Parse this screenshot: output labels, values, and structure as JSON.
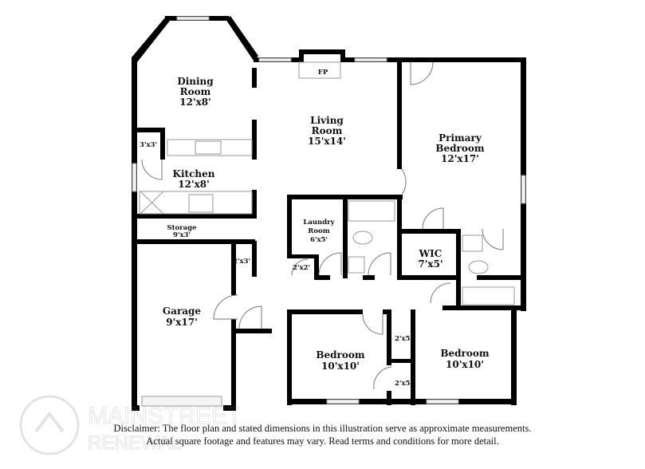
{
  "rooms": {
    "dining": {
      "name": "Dining\nRoom",
      "line1": "Dining",
      "line2": "Room",
      "dim": "12'x8'"
    },
    "living": {
      "line1": "Living",
      "line2": "Room",
      "dim": "15'x14'"
    },
    "primary": {
      "line1": "Primary",
      "line2": "Bedroom",
      "dim": "12'x17'"
    },
    "kitchen": {
      "line1": "Kitchen",
      "dim": "12'x8'"
    },
    "pantry": {
      "dim": "3'x3'"
    },
    "storage": {
      "line1": "Storage",
      "dim": "9'x3'"
    },
    "garage_closet": {
      "dim": "2'x3'"
    },
    "laundry": {
      "line1": "Laundry",
      "line2": "Room",
      "dim": "6'x5'"
    },
    "laundry_closet": {
      "dim": "2'x2'"
    },
    "wic": {
      "line1": "WIC",
      "dim": "7'x5'"
    },
    "garage": {
      "line1": "Garage",
      "dim": "9'x17'"
    },
    "bedroom2": {
      "line1": "Bedroom",
      "dim": "10'x10'"
    },
    "bedroom3": {
      "line1": "Bedroom",
      "dim": "10'x10'"
    },
    "closet_a": {
      "dim": "2'x5'"
    },
    "closet_b": {
      "dim": "2'x5'"
    },
    "fireplace": {
      "label": "FP"
    }
  },
  "watermark": {
    "brand": "MAINSTREET",
    "sub": "RENEWAL"
  },
  "disclaimer": {
    "line1": "Disclaimer: The floor plan and stated dimensions in this illustration serve as approximate measurements.",
    "line2": "Actual square footage and features may vary. Read terms and conditions for more detail."
  }
}
